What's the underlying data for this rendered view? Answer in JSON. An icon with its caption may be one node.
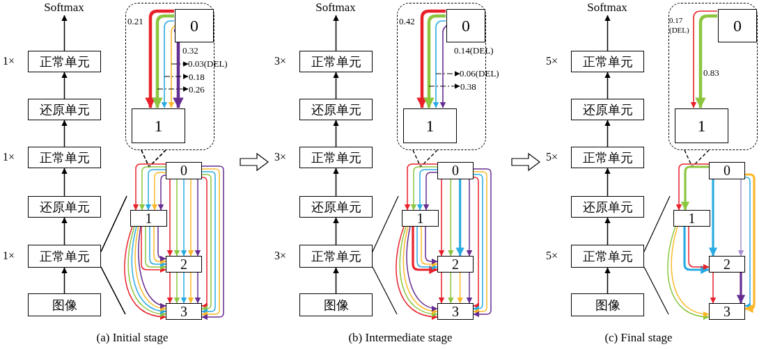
{
  "diagram": {
    "nodes": [
      {
        "text": [
          "Softmax"
        ]
      },
      {
        "text": [
          "正常单元"
        ],
        "beside": [
          "1×"
        ]
      },
      {
        "text": [
          "还原单元"
        ]
      },
      {
        "text": [
          "正常单元"
        ],
        "beside": [
          "1×"
        ]
      },
      {
        "text": [
          "还原单元"
        ]
      },
      {
        "text": [
          "正常单元"
        ],
        "beside": [
          "1×"
        ]
      },
      {
        "text": [
          "图像"
        ]
      },
      {
        "text": [],
        "shape": "box"
      },
      {
        "text": [
          "0"
        ],
        "in": 7
      },
      {
        "text": [
          "1"
        ],
        "in": 7
      },
      {
        "text": [
          "0"
        ]
      },
      {
        "text": [
          "1"
        ]
      },
      {
        "text": [
          "2"
        ]
      },
      {
        "text": [
          "3"
        ]
      },
      {
        "text": [
          "Softmax"
        ]
      },
      {
        "text": [
          "正常单元"
        ],
        "beside": [
          "3×"
        ]
      },
      {
        "text": [
          "还原单元"
        ]
      },
      {
        "text": [
          "正常单元"
        ],
        "beside": [
          "3×"
        ]
      },
      {
        "text": [
          "还原单元"
        ]
      },
      {
        "text": [
          "正常单元"
        ],
        "beside": [
          "3×"
        ]
      },
      {
        "text": [
          "图像"
        ]
      },
      {
        "text": [],
        "shape": "box"
      },
      {
        "text": [
          "0"
        ],
        "in": 21
      },
      {
        "text": [
          "1"
        ],
        "in": 21
      },
      {
        "text": [
          "0"
        ]
      },
      {
        "text": [
          "1"
        ]
      },
      {
        "text": [
          "2"
        ]
      },
      {
        "text": [
          "3"
        ]
      },
      {
        "text": [
          "Softmax"
        ]
      },
      {
        "text": [
          "正常单元"
        ],
        "beside": [
          "5×"
        ]
      },
      {
        "text": [
          "还原单元"
        ]
      },
      {
        "text": [
          "正常单元"
        ],
        "beside": [
          "5×"
        ]
      },
      {
        "text": [
          "还原单元"
        ]
      },
      {
        "text": [
          "正常单元"
        ],
        "beside": [
          "5×"
        ]
      },
      {
        "text": [
          "图像"
        ]
      },
      {
        "text": [],
        "shape": "box"
      },
      {
        "text": [
          "0"
        ],
        "in": 35
      },
      {
        "text": [
          "1"
        ],
        "in": 35
      },
      {
        "text": [
          "0"
        ]
      },
      {
        "text": [
          "1"
        ]
      },
      {
        "text": [
          "2"
        ]
      },
      {
        "text": [
          "3"
        ]
      },
      {
        "text": [
          "0.03(DEL)"
        ]
      },
      {
        "text": [
          "0.18"
        ],
        "in": 7
      },
      {
        "text": [
          "0.26"
        ],
        "in": 7
      },
      {
        "text": [
          "0.06(DEL)"
        ]
      },
      {
        "text": [
          "0.38"
        ],
        "in": 21
      }
    ],
    "edges": [
      {
        "from": 6,
        "to": 5,
        "arrow": "to"
      },
      {
        "from": 5,
        "to": 4,
        "arrow": "to"
      },
      {
        "from": 4,
        "to": 3,
        "arrow": "to"
      },
      {
        "from": 3,
        "to": 2,
        "arrow": "to"
      },
      {
        "from": 2,
        "to": 1,
        "arrow": "to"
      },
      {
        "from": 1,
        "to": 0,
        "arrow": "to"
      },
      {
        "from": 8,
        "to": 9,
        "arrow": "to",
        "label": "0.21",
        "style": "thick",
        "color": "#e8202a"
      },
      {
        "from": 8,
        "to": 9,
        "arrow": "to",
        "style": "thick",
        "color": "#8cc63f"
      },
      {
        "from": 8,
        "to": 9,
        "arrow": "to",
        "color": "#29abe2"
      },
      {
        "from": 8,
        "to": 9,
        "arrow": "to",
        "color": "#fbb829"
      },
      {
        "from": 8,
        "to": 9,
        "arrow": "to",
        "label": "0.32",
        "style": "thick",
        "color": "#662d91"
      },
      {
        "from": 10,
        "to": 11,
        "arrow": "to",
        "color": "#e8202a"
      },
      {
        "from": 10,
        "to": 11,
        "arrow": "to",
        "color": "#8cc63f"
      },
      {
        "from": 10,
        "to": 11,
        "arrow": "to",
        "color": "#29abe2"
      },
      {
        "from": 10,
        "to": 11,
        "arrow": "to",
        "color": "#fbb829"
      },
      {
        "from": 10,
        "to": 11,
        "arrow": "to",
        "color": "#662d91"
      },
      {
        "from": 10,
        "to": 12,
        "arrow": "to",
        "color": "#e8202a"
      },
      {
        "from": 10,
        "to": 12,
        "arrow": "to",
        "color": "#8cc63f"
      },
      {
        "from": 10,
        "to": 12,
        "arrow": "to",
        "color": "#29abe2"
      },
      {
        "from": 10,
        "to": 12,
        "arrow": "to",
        "color": "#fbb829"
      },
      {
        "from": 10,
        "to": 12,
        "arrow": "to",
        "color": "#662d91"
      },
      {
        "from": 10,
        "to": 13,
        "arrow": "to",
        "color": "#e8202a"
      },
      {
        "from": 10,
        "to": 13,
        "arrow": "to",
        "color": "#8cc63f"
      },
      {
        "from": 10,
        "to": 13,
        "arrow": "to",
        "color": "#29abe2"
      },
      {
        "from": 10,
        "to": 13,
        "arrow": "to",
        "color": "#fbb829"
      },
      {
        "from": 10,
        "to": 13,
        "arrow": "to",
        "color": "#662d91"
      },
      {
        "from": 11,
        "to": 12,
        "arrow": "to",
        "color": "#e8202a"
      },
      {
        "from": 11,
        "to": 12,
        "arrow": "to",
        "color": "#8cc63f"
      },
      {
        "from": 11,
        "to": 12,
        "arrow": "to",
        "color": "#29abe2"
      },
      {
        "from": 11,
        "to": 12,
        "arrow": "to",
        "color": "#fbb829"
      },
      {
        "from": 11,
        "to": 12,
        "arrow": "to",
        "color": "#662d91"
      },
      {
        "from": 11,
        "to": 13,
        "arrow": "to",
        "color": "#e8202a"
      },
      {
        "from": 11,
        "to": 13,
        "arrow": "to",
        "color": "#8cc63f"
      },
      {
        "from": 11,
        "to": 13,
        "arrow": "to",
        "color": "#29abe2"
      },
      {
        "from": 11,
        "to": 13,
        "arrow": "to",
        "color": "#fbb829"
      },
      {
        "from": 11,
        "to": 13,
        "arrow": "to",
        "color": "#662d91"
      },
      {
        "from": 12,
        "to": 13,
        "arrow": "to",
        "color": "#e8202a"
      },
      {
        "from": 12,
        "to": 13,
        "arrow": "to",
        "color": "#8cc63f"
      },
      {
        "from": 12,
        "to": 13,
        "arrow": "to",
        "color": "#29abe2"
      },
      {
        "from": 12,
        "to": 13,
        "arrow": "to",
        "color": "#fbb829"
      },
      {
        "from": 12,
        "to": 13,
        "arrow": "to",
        "color": "#662d91"
      },
      {
        "from": 20,
        "to": 19,
        "arrow": "to"
      },
      {
        "from": 19,
        "to": 18,
        "arrow": "to"
      },
      {
        "from": 18,
        "to": 17,
        "arrow": "to"
      },
      {
        "from": 17,
        "to": 16,
        "arrow": "to"
      },
      {
        "from": 16,
        "to": 15,
        "arrow": "to"
      },
      {
        "from": 15,
        "to": 14,
        "arrow": "to"
      },
      {
        "from": 22,
        "to": 23,
        "arrow": "to",
        "label": "0.42",
        "style": "thick",
        "color": "#e8202a"
      },
      {
        "from": 22,
        "to": 23,
        "arrow": "to",
        "style": "thick",
        "color": "#8cc63f"
      },
      {
        "from": 22,
        "to": 23,
        "arrow": "to",
        "color": "#29abe2"
      },
      {
        "from": 22,
        "to": 23,
        "arrow": "to",
        "label": "0.14(DEL)",
        "color": "#662d91"
      },
      {
        "from": 24,
        "to": 25,
        "arrow": "to",
        "color": "#e8202a"
      },
      {
        "from": 24,
        "to": 25,
        "arrow": "to",
        "color": "#8cc63f"
      },
      {
        "from": 24,
        "to": 25,
        "arrow": "to",
        "color": "#29abe2"
      },
      {
        "from": 24,
        "to": 25,
        "arrow": "to",
        "color": "#662d91"
      },
      {
        "from": 24,
        "to": 26,
        "arrow": "to",
        "color": "#e8202a"
      },
      {
        "from": 24,
        "to": 26,
        "arrow": "to",
        "color": "#8cc63f"
      },
      {
        "from": 24,
        "to": 26,
        "arrow": "to",
        "style": "thick",
        "color": "#29abe2"
      },
      {
        "from": 24,
        "to": 26,
        "arrow": "to",
        "color": "#662d91"
      },
      {
        "from": 24,
        "to": 27,
        "arrow": "to",
        "color": "#e8202a"
      },
      {
        "from": 24,
        "to": 27,
        "arrow": "to",
        "color": "#29abe2"
      },
      {
        "from": 24,
        "to": 27,
        "arrow": "to",
        "color": "#fbb829"
      },
      {
        "from": 24,
        "to": 27,
        "arrow": "to",
        "color": "#662d91"
      },
      {
        "from": 25,
        "to": 26,
        "arrow": "to",
        "style": "thick",
        "color": "#e8202a"
      },
      {
        "from": 25,
        "to": 26,
        "arrow": "to",
        "color": "#29abe2"
      },
      {
        "from": 25,
        "to": 26,
        "arrow": "to",
        "color": "#fbb829"
      },
      {
        "from": 25,
        "to": 26,
        "arrow": "to",
        "color": "#662d91"
      },
      {
        "from": 25,
        "to": 27,
        "arrow": "to",
        "color": "#e8202a"
      },
      {
        "from": 25,
        "to": 27,
        "arrow": "to",
        "color": "#8cc63f"
      },
      {
        "from": 25,
        "to": 27,
        "arrow": "to",
        "color": "#fbb829"
      },
      {
        "from": 25,
        "to": 27,
        "arrow": "to",
        "color": "#662d91"
      },
      {
        "from": 26,
        "to": 27,
        "arrow": "to",
        "color": "#e8202a"
      },
      {
        "from": 26,
        "to": 27,
        "arrow": "to",
        "color": "#8cc63f"
      },
      {
        "from": 26,
        "to": 27,
        "arrow": "to",
        "color": "#fbb829"
      },
      {
        "from": 26,
        "to": 27,
        "arrow": "to",
        "color": "#662d91"
      },
      {
        "from": 34,
        "to": 33,
        "arrow": "to"
      },
      {
        "from": 33,
        "to": 32,
        "arrow": "to"
      },
      {
        "from": 32,
        "to": 31,
        "arrow": "to"
      },
      {
        "from": 31,
        "to": 30,
        "arrow": "to"
      },
      {
        "from": 30,
        "to": 29,
        "arrow": "to"
      },
      {
        "from": 29,
        "to": 28,
        "arrow": "to"
      },
      {
        "from": 36,
        "to": 37,
        "arrow": "to",
        "label": "0.17 (DEL)",
        "color": "#e8202a"
      },
      {
        "from": 36,
        "to": 37,
        "arrow": "to",
        "label": "0.83",
        "style": "thick",
        "color": "#8cc63f"
      },
      {
        "from": 38,
        "to": 39,
        "arrow": "to",
        "color": "#e8202a"
      },
      {
        "from": 38,
        "to": 39,
        "arrow": "to",
        "style": "thick",
        "color": "#8cc63f"
      },
      {
        "from": 38,
        "to": 40,
        "arrow": "to",
        "style": "thick",
        "color": "#29abe2"
      },
      {
        "from": 38,
        "to": 40,
        "arrow": "to",
        "color": "#a58fd0"
      },
      {
        "from": 38,
        "to": 41,
        "arrow": "to",
        "color": "#29abe2"
      },
      {
        "from": 38,
        "to": 41,
        "arrow": "to",
        "style": "thick",
        "color": "#fbb829"
      },
      {
        "from": 39,
        "to": 40,
        "arrow": "to",
        "style": "thick",
        "color": "#29abe2"
      },
      {
        "from": 39,
        "to": 40,
        "arrow": "to",
        "color": "#e8202a"
      },
      {
        "from": 39,
        "to": 41,
        "arrow": "to",
        "color": "#8cc63f"
      },
      {
        "from": 39,
        "to": 41,
        "arrow": "to",
        "color": "#fbb829"
      },
      {
        "from": 40,
        "to": 41,
        "arrow": "to",
        "color": "#e8202a"
      },
      {
        "from": 40,
        "to": 41,
        "arrow": "to",
        "style": "thick",
        "color": "#662d91"
      },
      {
        "from": null,
        "to": 42,
        "arrow": "to",
        "style": "dashed"
      },
      {
        "from": null,
        "to": 43,
        "arrow": "to",
        "style": "dashed"
      },
      {
        "from": null,
        "to": 44,
        "arrow": "to",
        "style": "dashed"
      },
      {
        "from": null,
        "to": 45,
        "arrow": "to",
        "style": "dashed"
      },
      {
        "from": null,
        "to": 46,
        "arrow": "to",
        "style": "dashed"
      }
    ],
    "labels": [
      "(a) Initial stage",
      "(b) Intermediate stage",
      "(c) Final stage"
    ]
  }
}
